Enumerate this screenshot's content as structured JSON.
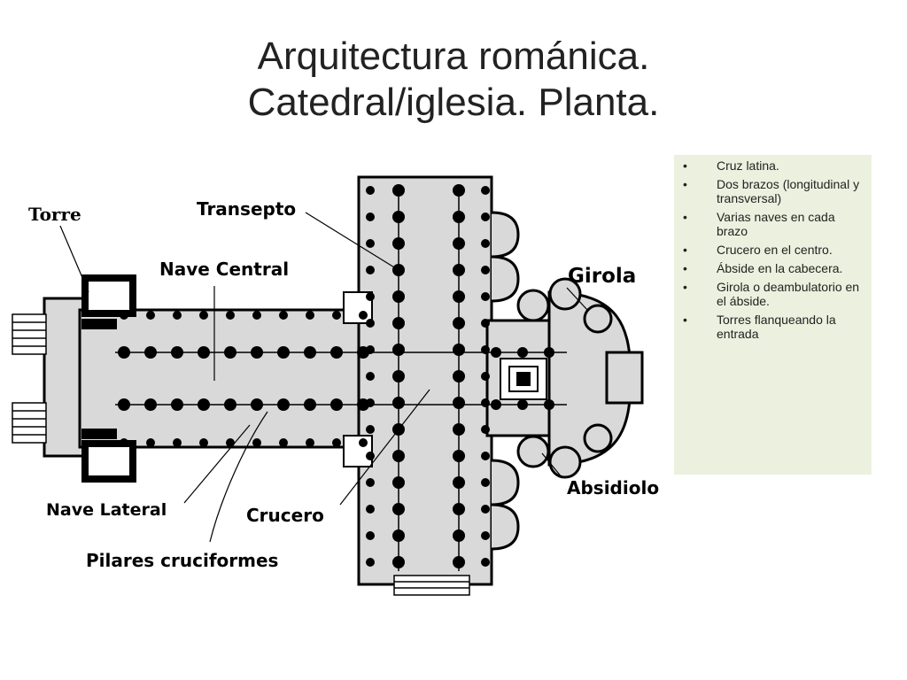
{
  "title": {
    "line1": "Arquitectura románica.",
    "line2": "Catedral/iglesia. Planta."
  },
  "plan_labels": {
    "torre": "Torre",
    "transepto": "Transepto",
    "nave_central": "Nave Central",
    "girola": "Girola",
    "nave_lateral": "Nave Lateral",
    "crucero": "Crucero",
    "pilares": "Pilares cruciformes",
    "absidiolo": "Absidiolo"
  },
  "notes": {
    "bullet": "•",
    "items": [
      "Cruz latina.",
      "Dos brazos (longitudinal y transversal)",
      "Varias naves en cada brazo",
      "Crucero en el centro.",
      "Ábside en la cabecera.",
      "Girola o deambulatorio en el ábside.",
      "Torres flanqueando la entrada"
    ]
  },
  "colors": {
    "floor": "#d9d9d9",
    "wall": "#000000",
    "notes_bg": "#ebf1de",
    "text": "#222222"
  }
}
